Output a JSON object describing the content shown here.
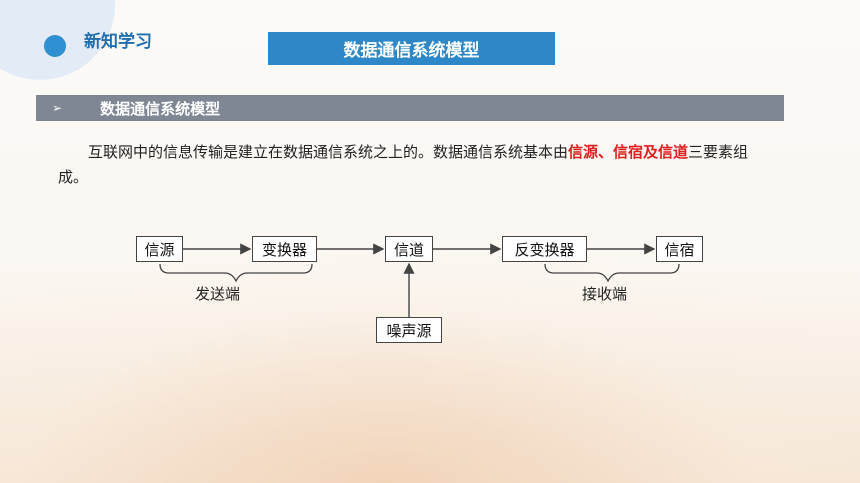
{
  "header": {
    "section_label": "新知学习",
    "title": "数据通信系统模型"
  },
  "subheading": {
    "marker": "➢",
    "text": "数据通信系统模型"
  },
  "paragraph": {
    "part1": "互联网中的信息传输是建立在数据通信系统之上的。数据通信系统基本由",
    "highlight": "信源、信宿及信道",
    "part2": "三要素组成。"
  },
  "diagram": {
    "nodes": {
      "source": "信源",
      "transformer": "变换器",
      "channel": "信道",
      "inverse_transformer": "反变换器",
      "sink": "信宿",
      "noise": "噪声源"
    },
    "groups": {
      "sender": "发送端",
      "receiver": "接收端"
    }
  }
}
